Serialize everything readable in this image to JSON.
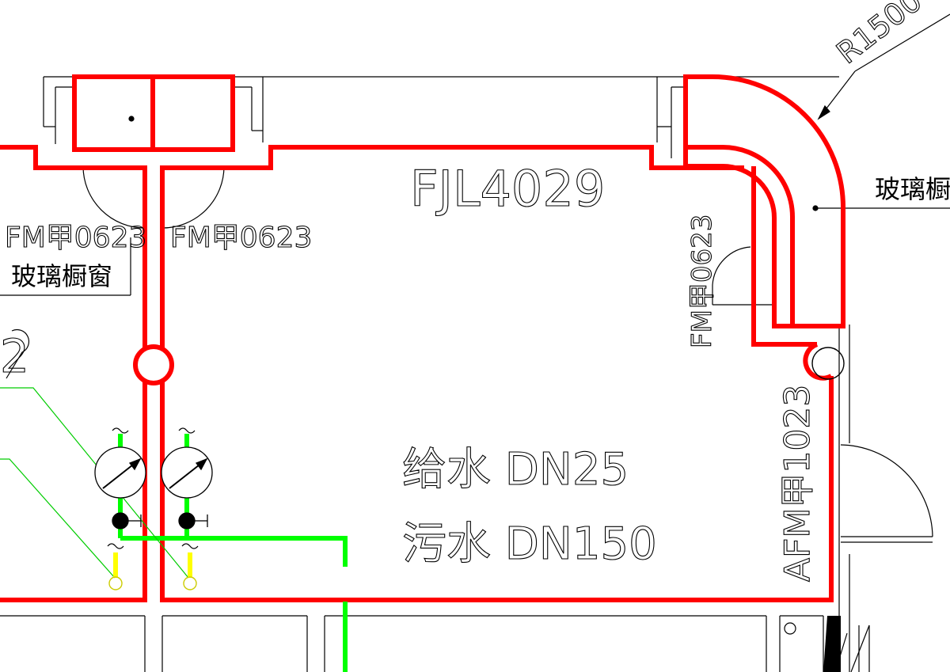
{
  "colors": {
    "background": "#ffffff",
    "line": "#000000",
    "wall_red": "#ff0000",
    "pipe_green": "#00ff00",
    "pipe_yellow": "#ffff00"
  },
  "labels": {
    "radius": "R1500",
    "room_code": "FJL4029",
    "door_left_a": "FM甲0623",
    "door_left_b": "FM甲0623",
    "window_left": "玻璃橱窗",
    "window_right": "玻璃橱",
    "door_right_top": "FM甲0623",
    "door_right_main": "AFM甲1023",
    "water_supply": "给水 DN25",
    "sewage": "污水 DN150",
    "edge_mark": "2"
  },
  "icons": {
    "meter": "water-meter-icon",
    "valve": "valve-icon",
    "drain": "floor-drain-icon"
  }
}
